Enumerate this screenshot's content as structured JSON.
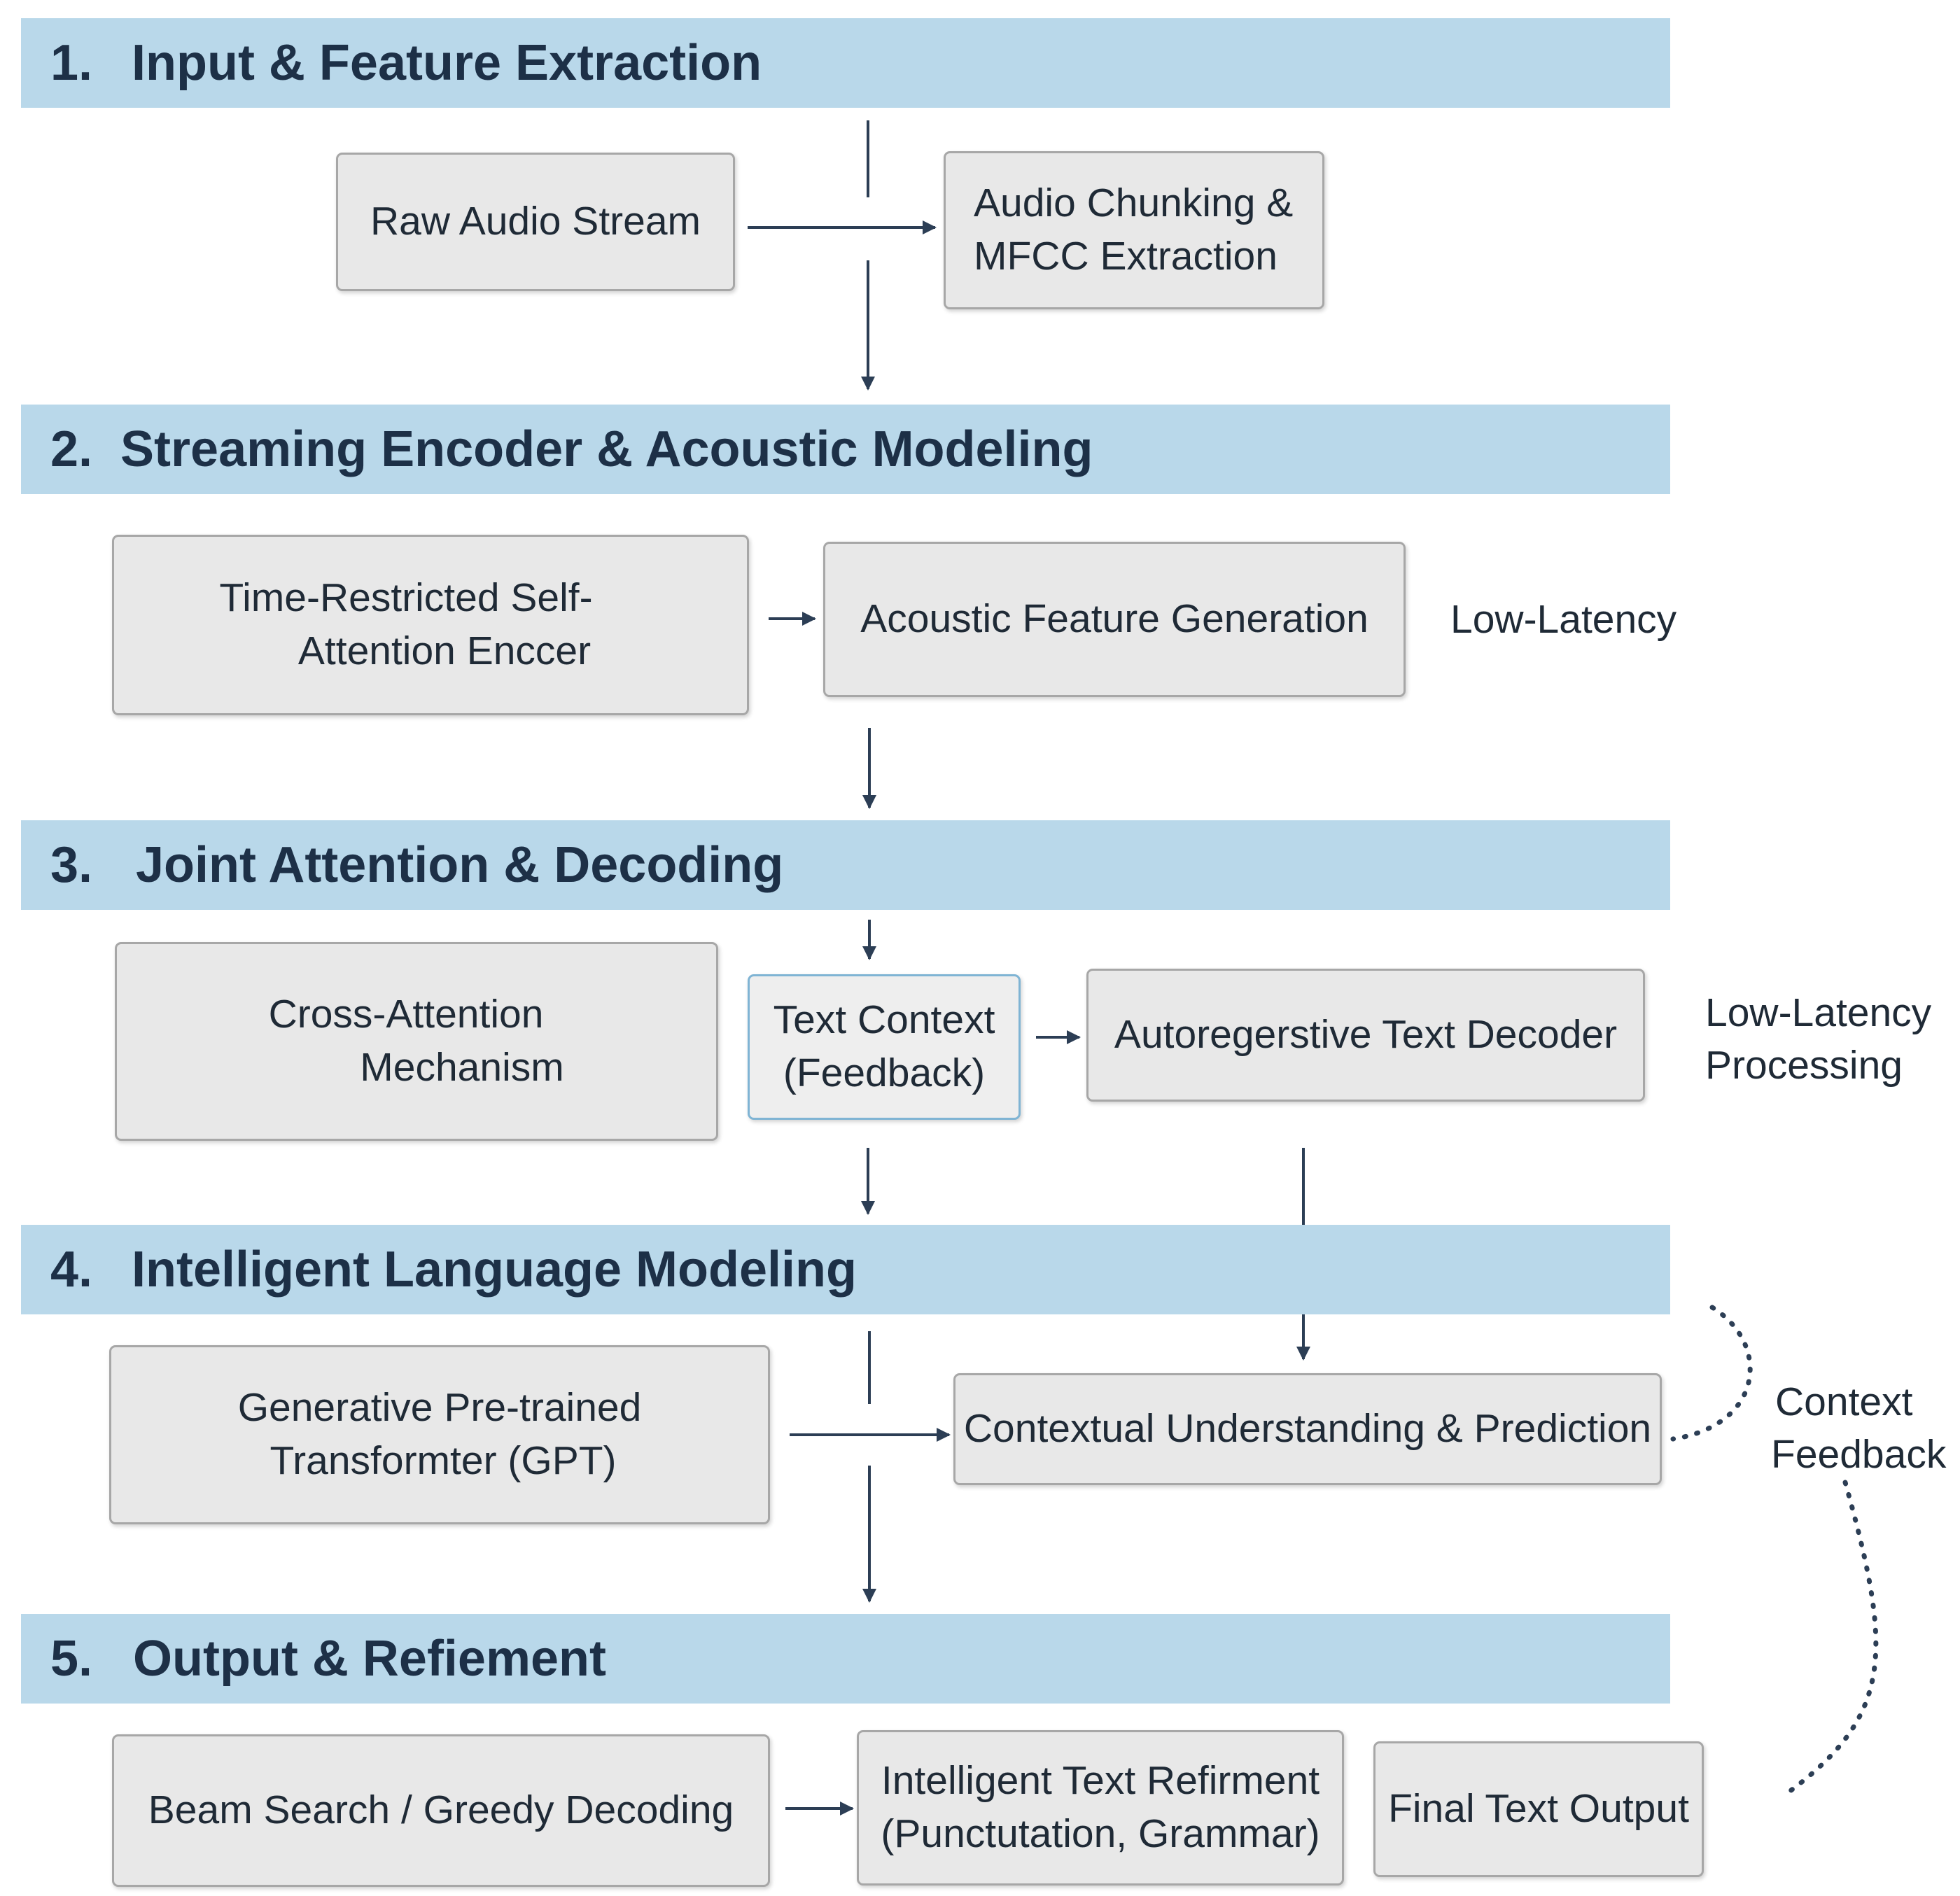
{
  "stages": [
    {
      "number": "1.",
      "title": "Input & Feature Extraction"
    },
    {
      "number": "2.",
      "title": "Streaming Encoder & Acoustic Modeling"
    },
    {
      "number": "3.",
      "title": "Joint Attention & Decoding"
    },
    {
      "number": "4.",
      "title": "Intelligent Language Modeling"
    },
    {
      "number": "5.",
      "title": "Output & Refiement"
    }
  ],
  "nodes": {
    "raw_audio": "Raw Audio Stream",
    "audio_chunking": [
      "Audio Chunking &",
      "MFCC Extraction"
    ],
    "encoder": [
      "Time-Restricted Self-",
      "Attention Enccer"
    ],
    "acoustic_feature": "Acoustic Feature Generation",
    "cross_attention": [
      "Cross-Attention",
      "Mechanism"
    ],
    "text_context": [
      "Text Context",
      "(Feedback)"
    ],
    "decoder": "Autoregerstive Text Decoder",
    "gpt": [
      "Generative Pre-trained",
      "Transformter (GPT)"
    ],
    "contextual": "Contextual Understanding & Prediction",
    "beam_search": "Beam Search / Greedy Decoding",
    "refinement": [
      "Intelligent Text Refirment",
      "(Punctutation, Grammar)"
    ],
    "final_output": "Final Text Output"
  },
  "annotations": {
    "low_latency": "Low-Latency",
    "low_latency_processing": [
      "Low-Latency",
      "Processing"
    ],
    "context_feedback": [
      "Context",
      "Feedback"
    ]
  },
  "colors": {
    "band": "#b9d8ea",
    "box_fill": "#e8e8e8",
    "box_border": "#a7a7a7",
    "highlight_border": "#7fb4d4",
    "arrow": "#2c3e55"
  }
}
